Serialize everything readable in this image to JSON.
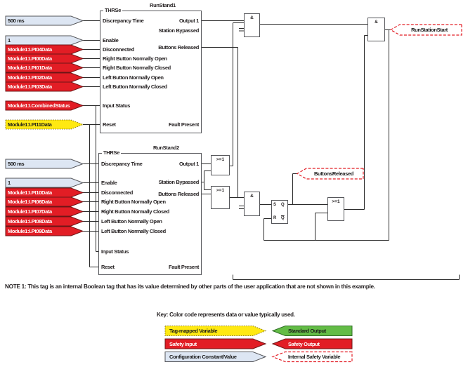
{
  "blocks": [
    {
      "header": "THRSe",
      "title": "RunStand1",
      "inputs": [
        "Discrepancy Time",
        "Enable",
        "Disconnected",
        "Right Button Normally Open",
        "Right Button Normally Closed",
        "Left Button Normally Open",
        "Left Button Normally Closed",
        "Input Status",
        "Reset"
      ],
      "outputs": [
        "Output 1",
        "Station Bypassed",
        "Buttons Released",
        "Fault Present"
      ]
    },
    {
      "header": "THRSe",
      "title": "RunStand2",
      "inputs": [
        "Discrepancy Time",
        "Enable",
        "Disconnected",
        "Right Button Normally Open",
        "Right Button Normally Closed",
        "Left Button Normally Open",
        "Left Button Normally Closed",
        "Input Status",
        "Reset"
      ],
      "outputs": [
        "Output 1",
        "Station Bypassed",
        "Buttons Released",
        "Fault Present"
      ]
    }
  ],
  "input_tags": {
    "block1": [
      {
        "label": "500 ms",
        "kind": "constant"
      },
      {
        "label": "1",
        "kind": "constant"
      },
      {
        "label": "Module1:I.Pt04Data",
        "kind": "safety"
      },
      {
        "label": "Module1:I.Pt00Data",
        "kind": "safety"
      },
      {
        "label": "Module1:I.Pt01Data",
        "kind": "safety"
      },
      {
        "label": "Module1:I.Pt02Data",
        "kind": "safety"
      },
      {
        "label": "Module1:I.Pt03Data",
        "kind": "safety"
      },
      {
        "label": "Module1:I.CombinedStatus",
        "kind": "safety"
      },
      {
        "label": "Module1:I.Pt11Data",
        "kind": "tag_mapped"
      }
    ],
    "block2": [
      {
        "label": "500 ms",
        "kind": "constant"
      },
      {
        "label": "1",
        "kind": "constant"
      },
      {
        "label": "Module1:I.Pt10Data",
        "kind": "safety"
      },
      {
        "label": "Module1:I.Pt06Data",
        "kind": "safety"
      },
      {
        "label": "Module1:I.Pt07Data",
        "kind": "safety"
      },
      {
        "label": "Module1:I.Pt08Data",
        "kind": "safety"
      },
      {
        "label": "Module1:I.Pt09Data",
        "kind": "safety"
      }
    ]
  },
  "internal_tags": [
    {
      "label": "RunStationStart"
    },
    {
      "label": "ButtonsReleased"
    }
  ],
  "gate_labels": {
    "and": "&",
    "or": ">=1",
    "latch_s": "S",
    "latch_r": "R",
    "latch_q": "Q",
    "latch_qn": "Q"
  },
  "note": "NOTE 1: This tag is an internal Boolean tag that has its value determined by other parts of the user application that are not shown in this example.",
  "key": {
    "title": "Key: Color code represents data or value typically used.",
    "items": [
      {
        "label": "Tag-mapped Variable",
        "kind": "tag_mapped"
      },
      {
        "label": "Standard Output",
        "kind": "standard"
      },
      {
        "label": "Safety Input",
        "kind": "safety"
      },
      {
        "label": "Safety Output",
        "kind": "safety"
      },
      {
        "label": "Configuration Constant/Value",
        "kind": "constant"
      },
      {
        "label": "Internal Safety Variable",
        "kind": "internal"
      }
    ]
  },
  "colors": {
    "safety_red": "#e21d25",
    "tag_mapped_yellow": "#ffe912",
    "constant_blue_gray": "#dde6f3",
    "standard_green": "#63bc46",
    "internal_variable_border": "#e21d25",
    "wire": "#2b2b2b"
  }
}
